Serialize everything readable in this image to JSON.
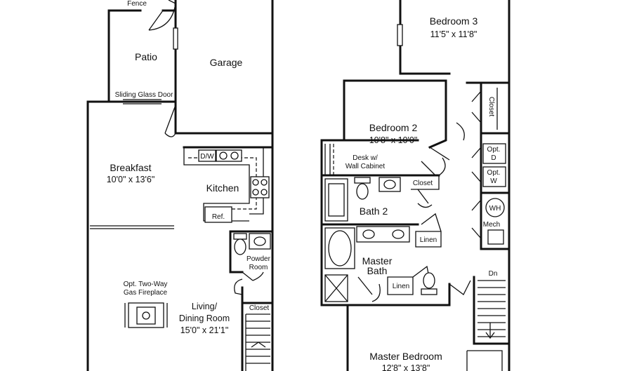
{
  "first_floor": {
    "fence": "Fence",
    "patio": "Patio",
    "garage": "Garage",
    "sliding_door": "Sliding Glass Door",
    "breakfast": {
      "name": "Breakfast",
      "size": "10'0\" x 13'6\""
    },
    "dw": "D/W",
    "kitchen": "Kitchen",
    "ref": "Ref.",
    "powder_room": {
      "line1": "Powder",
      "line2": "Room"
    },
    "fireplace": {
      "line1": "Opt. Two-Way",
      "line2": "Gas Fireplace"
    },
    "living": {
      "line1": "Living/",
      "line2": "Dining Room",
      "size": "15'0\" x 21'1\""
    },
    "closet": "Closet"
  },
  "second_floor": {
    "bedroom3": {
      "name": "Bedroom 3",
      "size": "11'5\" x 11'8\""
    },
    "closet_right": "Closet",
    "bedroom2": {
      "name": "Bedroom 2",
      "size": "10'8\" x 10'0\""
    },
    "desk": {
      "line1": "Desk w/",
      "line2": "Wall Cabinet"
    },
    "closet_bed2": "Closet",
    "opt_d": {
      "line1": "Opt.",
      "line2": "D"
    },
    "opt_w": {
      "line1": "Opt.",
      "line2": "W"
    },
    "wh": "WH",
    "bath2": "Bath 2",
    "mech": "Mech",
    "linen_upper": "Linen",
    "master_bath": {
      "line1": "Master",
      "line2": "Bath"
    },
    "linen_lower": "Linen",
    "dn": "Dn",
    "master_bedroom": {
      "name": "Master Bedroom",
      "size": "12'8\" x 13'8\""
    }
  }
}
